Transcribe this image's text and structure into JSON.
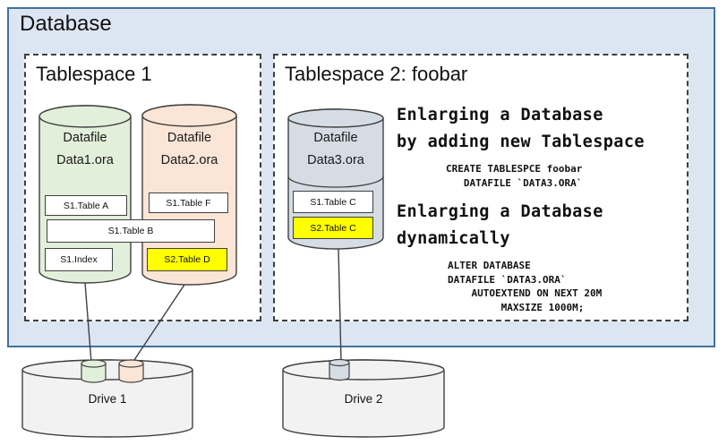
{
  "database": {
    "title": "Database"
  },
  "tablespace1": {
    "title": "Tablespace 1",
    "datafile1": {
      "line1": "Datafile",
      "line2": "Data1.ora"
    },
    "datafile2": {
      "line1": "Datafile",
      "line2": "Data2.ora"
    },
    "tables": {
      "a": "S1.Table A",
      "f": "S1.Table F",
      "b": "S1.Table B",
      "index": "S1.Index",
      "d": "S2.Table D"
    }
  },
  "tablespace2": {
    "title": "Tablespace 2: foobar",
    "datafile3": {
      "line1": "Datafile",
      "line2": "Data3.ora"
    },
    "tables": {
      "c1": "S1.Table C",
      "c2": "S2.Table C"
    },
    "notes": {
      "heading1_line1": "Enlarging a Database",
      "heading1_line2": "by adding new Tablespace",
      "code1": "CREATE TABLESPCE foobar\n   DATAFILE `DATA3.ORA`",
      "heading2_line1": "Enlarging a Database",
      "heading2_line2": "dynamically",
      "code2": "ALTER DATABASE\nDATAFILE `DATA3.ORA`\n    AUTOEXTEND ON NEXT 20M\n         MAXSIZE 1000M;"
    }
  },
  "drives": {
    "drive1": {
      "label": "Drive 1"
    },
    "drive2": {
      "label": "Drive 2"
    }
  },
  "colors": {
    "database_bg": "#dce6f2",
    "database_border": "#41719c",
    "datafile1_fill": "#e2efda",
    "datafile2_fill": "#fbe5d6",
    "datafile3_fill": "#d6dce4",
    "highlight_fill": "#ffff00",
    "table_fill": "#ffffff",
    "drive_fill": "#f2f2f2"
  }
}
